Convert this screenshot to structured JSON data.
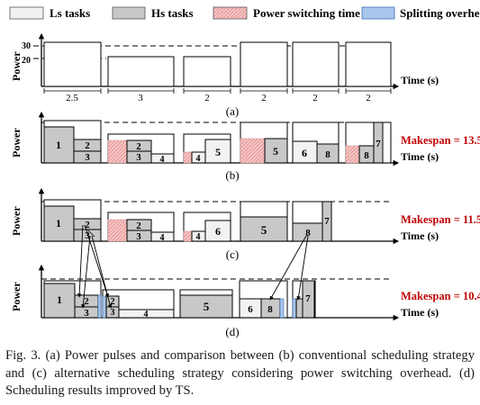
{
  "legend": [
    {
      "label": "Ls tasks",
      "fill": "#f2f2f2",
      "pattern": false
    },
    {
      "label": "Hs tasks",
      "fill": "#c8c8c8",
      "pattern": false
    },
    {
      "label": "Power switching time",
      "fill": "#f7c6c6",
      "pattern": true
    },
    {
      "label": "Splitting overhead",
      "fill": "#a9c6ec",
      "pattern": false
    }
  ],
  "colors": {
    "ls": "#f2f2f2",
    "hs": "#c8c8c8",
    "switch": "#f7c6c6",
    "switch_hatch": "#e08a8a",
    "split": "#a9c6ec",
    "split_edge": "#3d6fb6",
    "makespan": "#c00000"
  },
  "axis": {
    "power": "Power",
    "time": "Time (s)"
  },
  "panel_a": {
    "sublabel": "(a)",
    "power_ticks": [
      "30",
      "20"
    ],
    "durations": [
      "2.5",
      "3",
      "2",
      "2",
      "2",
      "2"
    ]
  },
  "panel_b": {
    "sublabel": "(b)",
    "makespan": "Makespan = 13.5",
    "tasks": [
      {
        "id": "1",
        "type": "hs"
      },
      {
        "id": "2",
        "type": "hs"
      },
      {
        "id": "3",
        "type": "hs"
      },
      {
        "id": "2",
        "type": "hs"
      },
      {
        "id": "3",
        "type": "hs"
      },
      {
        "id": "4",
        "type": "ls"
      },
      {
        "id": "4",
        "type": "ls"
      },
      {
        "id": "5",
        "type": "ls"
      },
      {
        "id": "5",
        "type": "hs"
      },
      {
        "id": "6",
        "type": "ls"
      },
      {
        "id": "8",
        "type": "hs"
      },
      {
        "id": "8",
        "type": "hs"
      },
      {
        "id": "7",
        "type": "hs"
      }
    ]
  },
  "panel_c": {
    "sublabel": "(c)",
    "makespan": "Makespan = 11.5",
    "tasks": [
      {
        "id": "1",
        "type": "hs"
      },
      {
        "id": "2",
        "type": "hs"
      },
      {
        "id": "3",
        "type": "hs"
      },
      {
        "id": "2",
        "type": "hs"
      },
      {
        "id": "3",
        "type": "hs"
      },
      {
        "id": "4",
        "type": "ls"
      },
      {
        "id": "4",
        "type": "ls"
      },
      {
        "id": "6",
        "type": "ls"
      },
      {
        "id": "5",
        "type": "hs"
      },
      {
        "id": "8",
        "type": "hs"
      },
      {
        "id": "7",
        "type": "hs"
      }
    ]
  },
  "panel_d": {
    "sublabel": "(d)",
    "makespan": "Makespan = 10.4",
    "tasks": [
      {
        "id": "1",
        "type": "hs"
      },
      {
        "id": "2",
        "type": "hs"
      },
      {
        "id": "3",
        "type": "hs"
      },
      {
        "id": "2",
        "type": "hs"
      },
      {
        "id": "3",
        "type": "hs"
      },
      {
        "id": "4",
        "type": "ls"
      },
      {
        "id": "5",
        "type": "hs"
      },
      {
        "id": "6",
        "type": "ls"
      },
      {
        "id": "8",
        "type": "hs"
      },
      {
        "id": "7",
        "type": "hs"
      }
    ]
  },
  "caption": "Fig. 3.   (a) Power pulses and comparison between (b) conventional scheduling strategy and (c) alternative scheduling strategy considering power switching overhead. (d) Scheduling results improved by TS."
}
